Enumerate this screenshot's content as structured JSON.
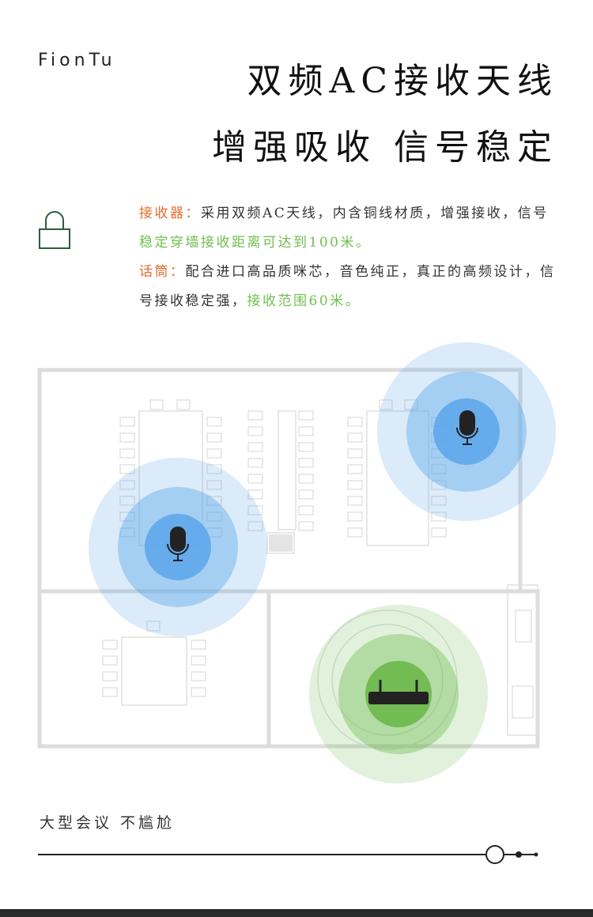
{
  "brand": "FionTu",
  "title_line1": "双频AC接收天线",
  "title_line2": "增强吸收 信号稳定",
  "description": {
    "receiver_label": "接收器：",
    "receiver_text": "采用双频AC天线，内含铜线材质，增强接收，信号",
    "receiver_highlight": "稳定穿墙接收距离可达到100米。",
    "mic_label": "话筒：",
    "mic_text": "配合进口高品质咪芯，音色纯正，真正的高频设计，信号接收稳定强，",
    "mic_highlight": "接收范围60米。"
  },
  "footer_text": "大型会议 不尴尬",
  "colors": {
    "accent_orange": "#e96a2c",
    "accent_green": "#6fbf4f",
    "mic_blue": "#5aa6ea",
    "receiver_green": "#6ab84a"
  },
  "icons": [
    "lock-icon",
    "microphone-icon",
    "receiver-icon"
  ]
}
